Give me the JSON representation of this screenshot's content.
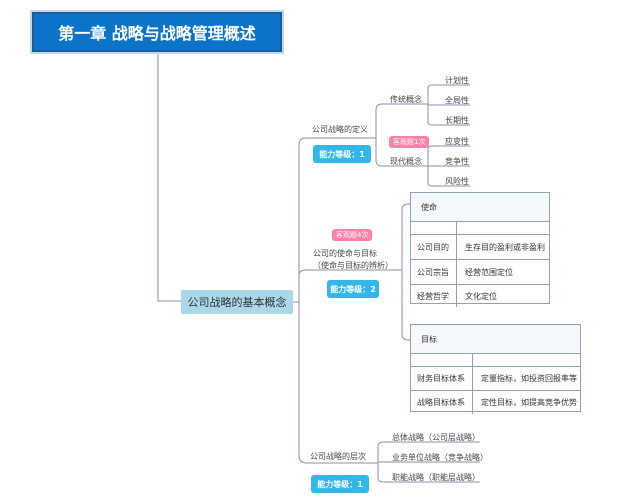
{
  "title": "第一章 战略与战略管理概述",
  "central_topic": "公司战略的基本概念",
  "branch1": {
    "label": "公司战略的定义",
    "ability": "能力等级：1",
    "traditional": {
      "label": "传统概念",
      "leaves": [
        "计划性",
        "全局性",
        "长期性"
      ]
    },
    "modern": {
      "label": "现代概念",
      "badge": "客观题1次",
      "leaves": [
        "应变性",
        "竞争性",
        "风险性"
      ]
    }
  },
  "branch2": {
    "label_line1": "公司的使命与目标",
    "label_line2": "（使命与目标的辨析）",
    "badge": "客观题4次",
    "ability": "能力等级：2",
    "mission_table": {
      "header": "使命",
      "rows": [
        {
          "name": "",
          "desc": ""
        },
        {
          "name": "公司目的",
          "desc": "生存目的盈利或非盈利"
        },
        {
          "name": "公司宗旨",
          "desc": "经营范围定位"
        },
        {
          "name": "经营哲学",
          "desc": "文化定位"
        }
      ]
    },
    "goal_table": {
      "header": "目标",
      "rows": [
        {
          "name": "",
          "desc": ""
        },
        {
          "name": "财务目标体系",
          "desc": "定量指标，如投资回报率等"
        },
        {
          "name": "战略目标体系",
          "desc": "定性目标，如提高竞争优势"
        }
      ]
    }
  },
  "branch3": {
    "label": "公司战略的层次",
    "ability": "能力等级：1",
    "leaves": [
      "总体战略（公司层战略）",
      "业务单位战略（竞争战略）",
      "职能战略（职能层战略）"
    ]
  }
}
